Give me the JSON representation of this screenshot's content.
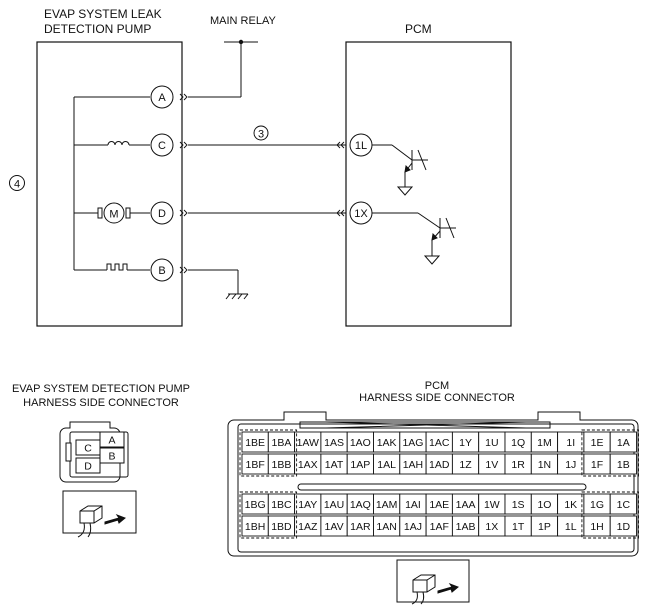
{
  "schematic": {
    "pump_title_line1": "EVAP SYSTEM LEAK",
    "pump_title_line2": "DETECTION PUMP",
    "main_relay_label": "MAIN RELAY",
    "pcm_label": "PCM",
    "ref_number_3": "3",
    "ref_number_4": "4",
    "motor_label": "M",
    "pump_pins": [
      "A",
      "C",
      "D",
      "B"
    ],
    "pcm_pins": [
      "1L",
      "1X"
    ]
  },
  "pump_connector": {
    "title_line1": "EVAP SYSTEM DETECTION PUMP",
    "title_line2": "HARNESS SIDE CONNECTOR",
    "pins": [
      "C",
      "A",
      "D",
      "B"
    ]
  },
  "pcm_connector": {
    "title_line1": "PCM",
    "title_line2": "HARNESS SIDE CONNECTOR",
    "rows": [
      [
        "1BE",
        "1BA",
        "1AW",
        "1AS",
        "1AO",
        "1AK",
        "1AG",
        "1AC",
        "1Y",
        "1U",
        "1Q",
        "1M",
        "1I",
        "1E",
        "1A"
      ],
      [
        "1BF",
        "1BB",
        "1AX",
        "1AT",
        "1AP",
        "1AL",
        "1AH",
        "1AD",
        "1Z",
        "1V",
        "1R",
        "1N",
        "1J",
        "1F",
        "1B"
      ],
      [
        "1BG",
        "1BC",
        "1AY",
        "1AU",
        "1AQ",
        "1AM",
        "1AI",
        "1AE",
        "1AA",
        "1W",
        "1S",
        "1O",
        "1K",
        "1G",
        "1C"
      ],
      [
        "1BH",
        "1BD",
        "1AZ",
        "1AV",
        "1AR",
        "1AN",
        "1AJ",
        "1AF",
        "1AB",
        "1X",
        "1T",
        "1P",
        "1L",
        "1H",
        "1D"
      ]
    ]
  }
}
